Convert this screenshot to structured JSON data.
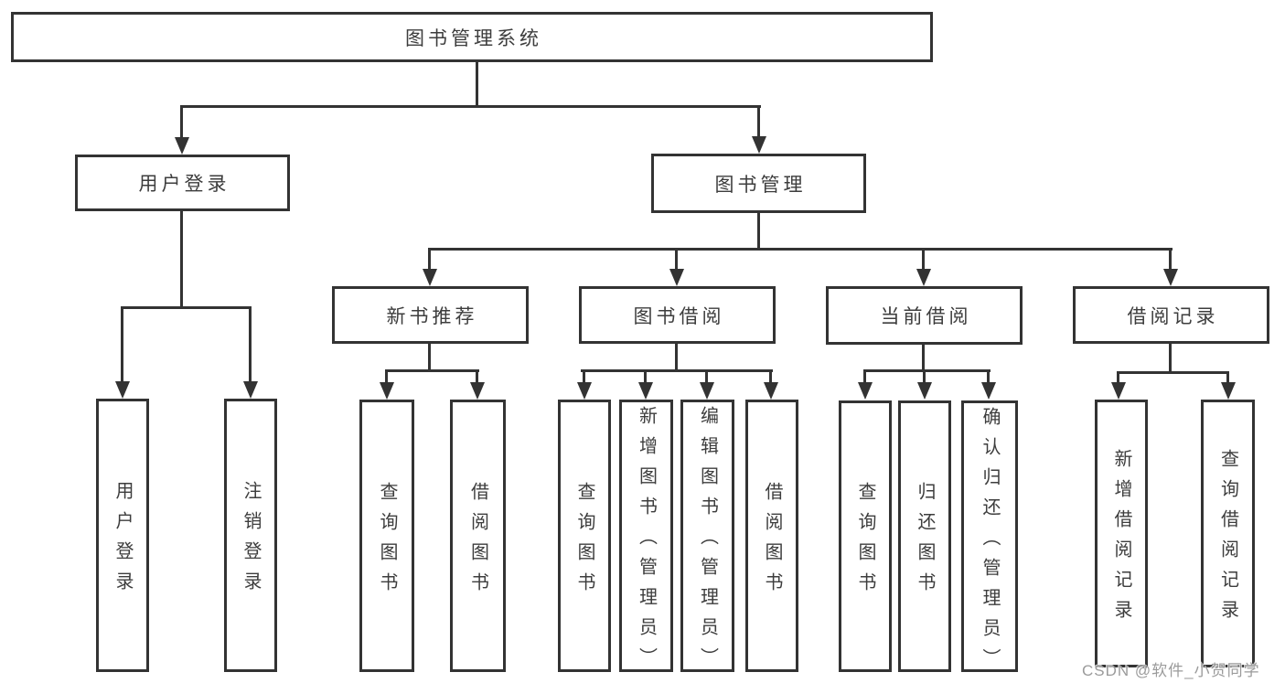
{
  "diagram": {
    "title": "图书管理系统",
    "level2": {
      "user_login": "用户登录",
      "book_mgmt": "图书管理"
    },
    "level3": {
      "new_books": "新书推荐",
      "book_borrow": "图书借阅",
      "current_borrow": "当前借阅",
      "borrow_records": "借阅记录"
    },
    "leaves": {
      "user_login": [
        "用户登录",
        "注销登录"
      ],
      "new_books": [
        "查询图书",
        "借阅图书"
      ],
      "book_borrow": [
        "查询图书",
        "新增图书（管理员）",
        "编辑图书（管理员）",
        "借阅图书"
      ],
      "current_borrow": [
        "查询图书",
        "归还图书",
        "确认归还（管理员）"
      ],
      "borrow_records": [
        "新增借阅记录",
        "查询借阅记录"
      ]
    },
    "watermark": "CSDN @软件_小贺同学",
    "colors": {
      "line": "#333333",
      "text": "#3d3d3d",
      "watermark": "#9b9b9b",
      "background": "#ffffff"
    }
  }
}
